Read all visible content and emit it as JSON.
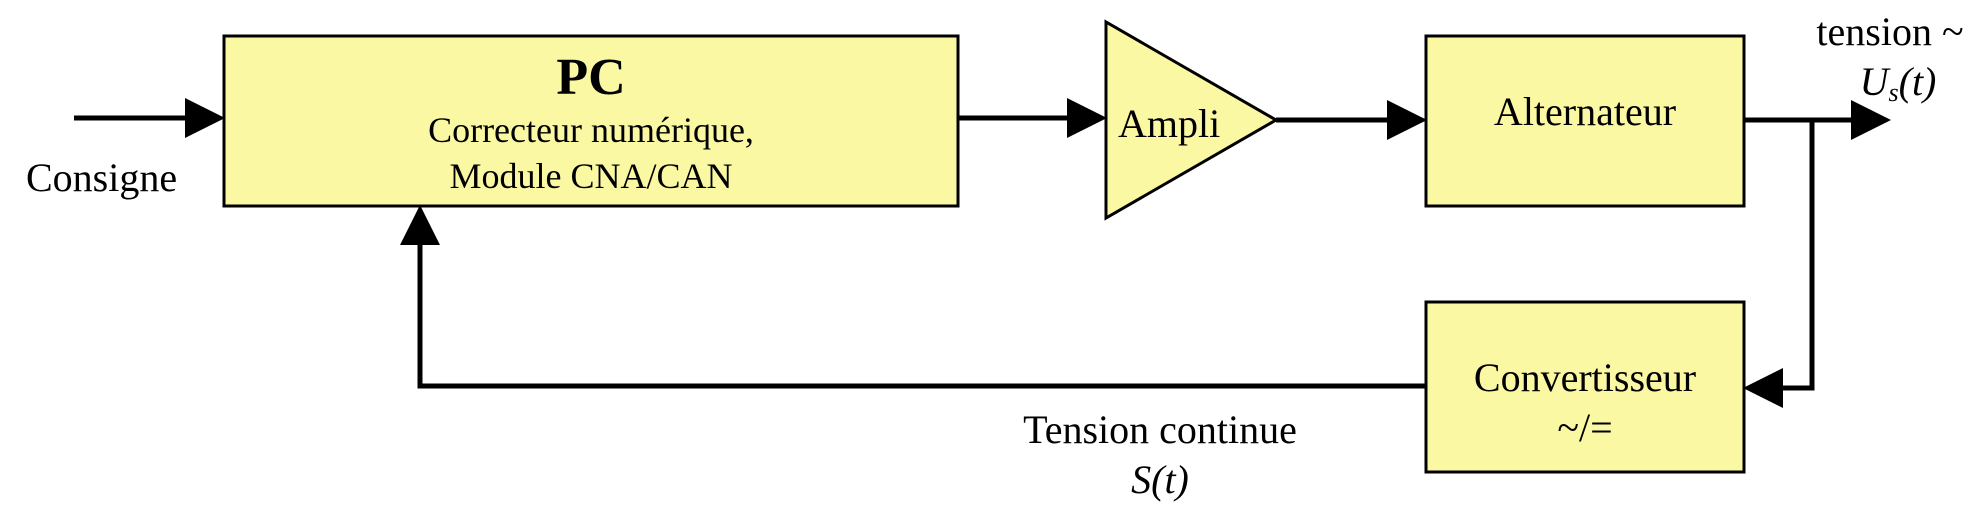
{
  "colors": {
    "block_fill": "#fbf8a4",
    "stroke": "#000000"
  },
  "labels": {
    "input": "Consigne",
    "pc_title": "PC",
    "pc_line1": "Correcteur numérique,",
    "pc_line2": "Module CNA/CAN",
    "ampli": "Ampli",
    "alternateur": "Alternateur",
    "output_line1": "tension ~",
    "output_var": "U",
    "output_sub": "s",
    "output_arg": "(t)",
    "convertisseur_line1": "Convertisseur",
    "convertisseur_line2": "~/=",
    "feedback_line1": "Tension continue",
    "feedback_line2": "S(t)"
  }
}
